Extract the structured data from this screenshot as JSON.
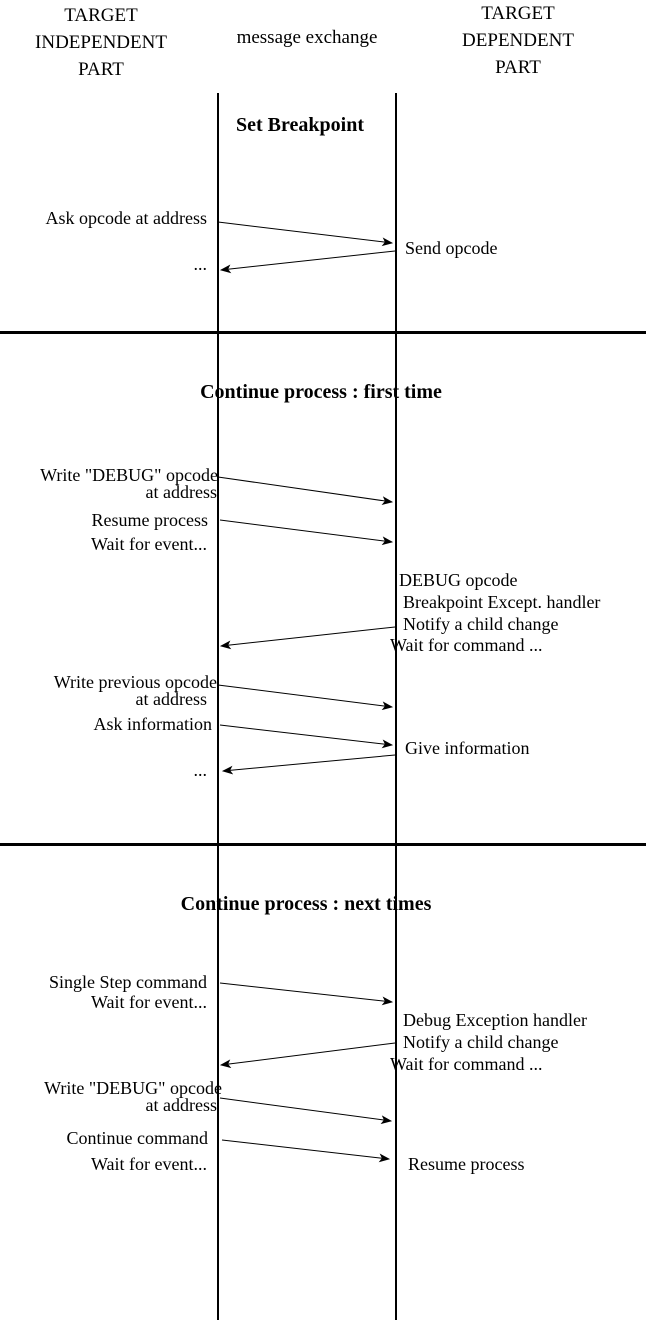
{
  "colors": {
    "ink": "#000000",
    "background": "#ffffff"
  },
  "headers": {
    "left_lines": [
      "TARGET",
      "INDEPENDENT",
      "PART"
    ],
    "center": "message exchange",
    "right_lines": [
      "TARGET",
      "DEPENDENT",
      "PART"
    ]
  },
  "sections": [
    {
      "title": "Set Breakpoint",
      "left": [
        "Ask opcode at address",
        "..."
      ],
      "right": [
        "Send opcode"
      ]
    },
    {
      "title": "Continue process : first time",
      "left": [
        "Write \"DEBUG\" opcode",
        "at address",
        "Resume process",
        "Wait for event...",
        "Write previous opcode",
        "at address",
        "Ask information",
        "..."
      ],
      "right": [
        "DEBUG opcode",
        "Breakpoint Except. handler",
        "Notify a child change",
        "Wait for command ...",
        "Give information"
      ]
    },
    {
      "title": "Continue process : next times",
      "left": [
        "Single Step command",
        "Wait for event...",
        "Write \"DEBUG\" opcode",
        "at address",
        "Continue command",
        "Wait for event..."
      ],
      "right": [
        "Debug Exception handler",
        "Notify a child change",
        "Wait for command ...",
        "Resume process"
      ]
    }
  ]
}
